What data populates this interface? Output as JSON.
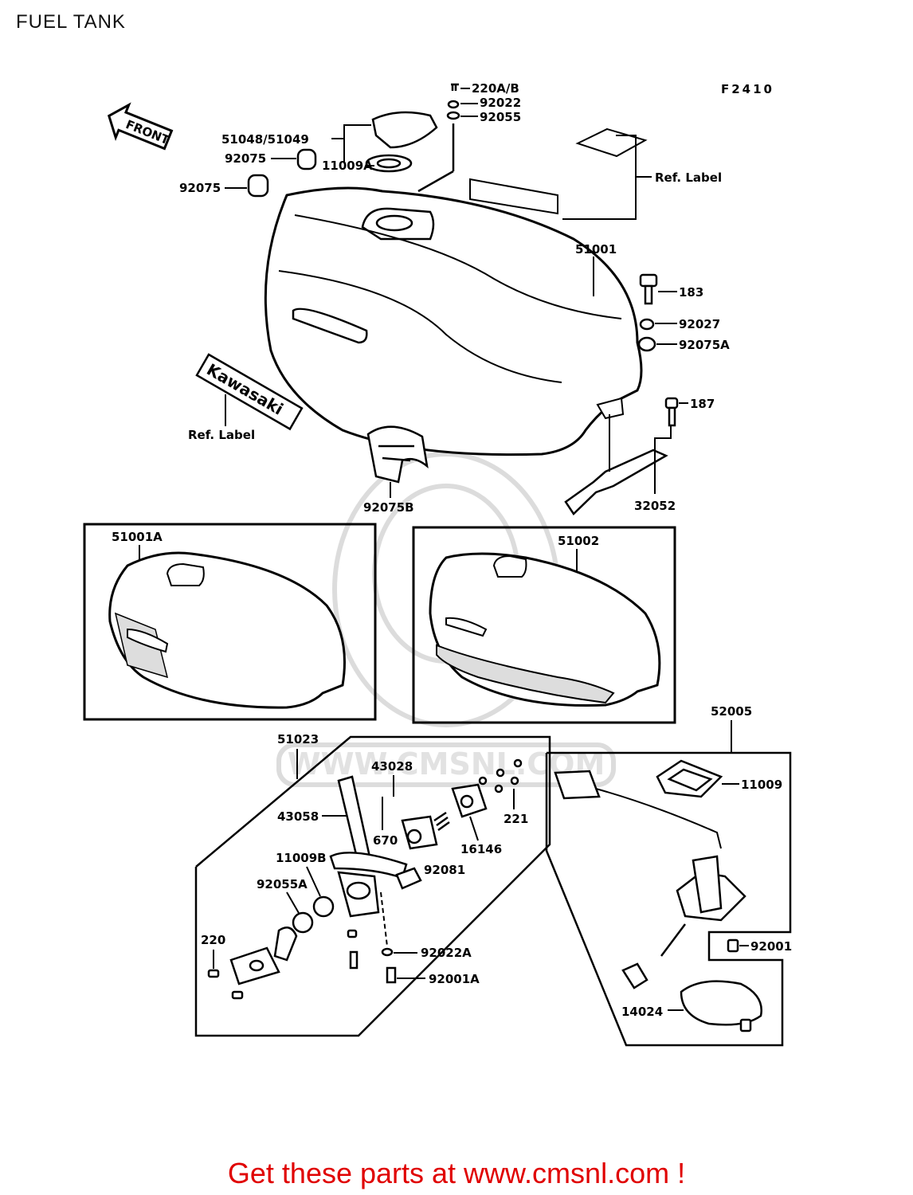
{
  "page": {
    "title": "FUEL TANK",
    "figure_code": "F2410",
    "footer": "Get these parts at www.cmsnl.com !",
    "watermark": "WWW.CMSNL.COM"
  },
  "labels": {
    "front": "FRONT",
    "p_220ab": "220A/B",
    "p_92022": "92022",
    "p_92055": "92055",
    "p_51048": "51048/51049",
    "p_92075_a": "92075",
    "p_92075_b": "92075",
    "p_11009a": "11009A",
    "ref_label_1": "Ref. Label",
    "ref_label_2": "Ref. Label",
    "kawasaki": "Kawasaki",
    "p_51001": "51001",
    "p_183": "183",
    "p_92027": "92027",
    "p_92075a": "92075A",
    "p_187": "187",
    "p_32052": "32052",
    "p_92075b": "92075B",
    "p_51001a": "51001A",
    "p_51002": "51002",
    "p_52005": "52005",
    "p_51023": "51023",
    "p_43028": "43028",
    "p_43058": "43058",
    "p_670": "670",
    "p_16146": "16146",
    "p_221": "221",
    "p_11009b": "11009B",
    "p_92081": "92081",
    "p_92055a": "92055A",
    "p_220": "220",
    "p_92022a": "92022A",
    "p_92001a": "92001A",
    "p_11009": "11009",
    "p_92001": "92001",
    "p_14024": "14024"
  },
  "colors": {
    "footer_text": "#e00000",
    "line": "#000000",
    "watermark": "#dcdcdc"
  }
}
